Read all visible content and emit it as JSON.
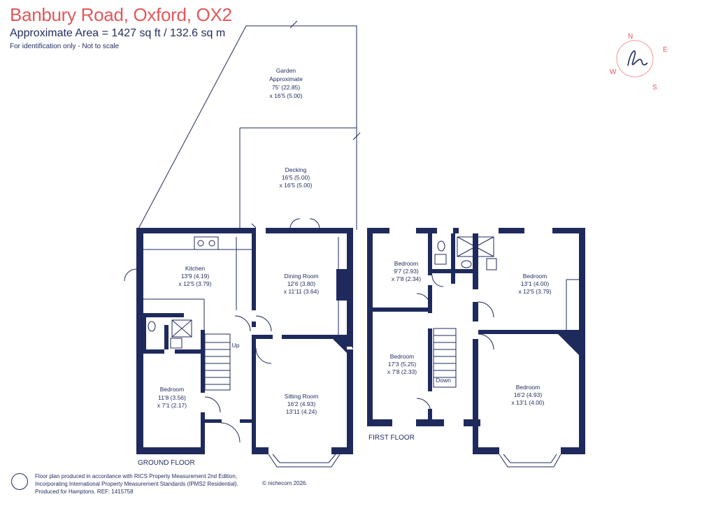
{
  "header": {
    "title": "Banbury Road, Oxford, OX2",
    "area": "Approximate Area = 1427 sq ft / 132.6 sq m",
    "note": "For identification only - Not to scale"
  },
  "compass": {
    "n": "N",
    "e": "E",
    "s": "S",
    "w": "W"
  },
  "rooms": {
    "garden": {
      "name": "Garden",
      "sub": "Approximate",
      "dim1": "75' (22.85)",
      "dim2": "x 16'5 (5.00)"
    },
    "decking": {
      "name": "Decking",
      "dim1": "16'5 (5.00)",
      "dim2": "x 16'5 (5.00)"
    },
    "kitchen": {
      "name": "Kitchen",
      "dim1": "13'9 (4.19)",
      "dim2": "x 12'5 (3.79)"
    },
    "dining": {
      "name": "Dining Room",
      "dim1": "12'6 (3.80)",
      "dim2": "x 11'11 (3.64)"
    },
    "gf_bedroom": {
      "name": "Bedroom",
      "dim1": "11'8 (3.56)",
      "dim2": "x 7'1 (2.17)"
    },
    "sitting": {
      "name": "Sitting Room",
      "dim1": "16'2 (4.93)",
      "dim2": "13'11 (4.24)"
    },
    "ff_bed1": {
      "name": "Bedroom",
      "dim1": "9'7 (2.93)",
      "dim2": "x 7'8 (2.34)"
    },
    "ff_bed2": {
      "name": "Bedroom",
      "dim1": "13'1 (4.00)",
      "dim2": "x 12'5 (3.79)"
    },
    "ff_bed3": {
      "name": "Bedroom",
      "dim1": "17'3 (5.25)",
      "dim2": "x 7'8 (2.33)"
    },
    "ff_bed4": {
      "name": "Bedroom",
      "dim1": "16'2 (4.93)",
      "dim2": "x 13'1 (4.00)"
    }
  },
  "labels": {
    "up": "Up",
    "down": "Down",
    "ground_floor": "GROUND FLOOR",
    "first_floor": "FIRST FLOOR"
  },
  "footer": {
    "line1": "Floor plan produced in accordance with RICS Property Measurement 2nd Edition,",
    "line2": "Incorporating International Property Measurement Standards (IPMS2 Residential).",
    "line3": "Produced for Hamptons.   REF: 1415758",
    "copyright": "© nichecom 2026."
  },
  "colors": {
    "wall": "#1f2a5c",
    "title": "#e2585a",
    "compass": "#e2585a"
  }
}
